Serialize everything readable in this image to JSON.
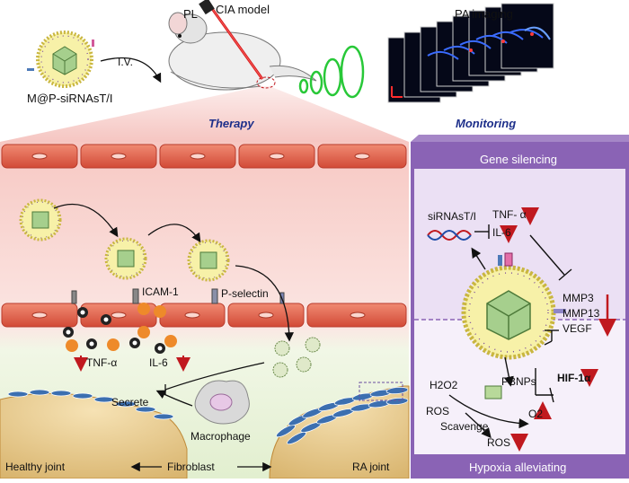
{
  "top": {
    "nanoparticle_label": "M@P-siRNAsT/I",
    "route_label": "I.V.",
    "pl_label": "PL",
    "model_label": "CIA model",
    "pa_imaging_label": "PA imaging",
    "therapy_label": "Therapy",
    "monitoring_label": "Monitoring"
  },
  "joint": {
    "icam_label": "ICAM-1",
    "pselectin_label": "P-selectin",
    "tnf_label": "TNF-α",
    "il6_label": "IL-6",
    "secrete_label": "Secrete",
    "macrophage_label": "Macrophage",
    "healthy_label": "Healthy joint",
    "fibroblast_label": "Fibroblast",
    "ra_label": "RA joint"
  },
  "panel": {
    "gene_silencing_title": "Gene silencing",
    "sirna_label": "siRNAsT/I",
    "tnf_label": "TNF- α",
    "il6_label": "IL-6",
    "mmp3_label": "MMP3",
    "mmp13_label": "MMP13",
    "vegf_label": "VEGF",
    "hif_label": "HIF-1α",
    "h2o2_label": "H2O2",
    "pbnps_label": "PBNPs",
    "ros_label": "ROS",
    "scavenge_label": "Scavenge",
    "o2_label": "O2",
    "ros2_label": "ROS",
    "hypoxia_title": "Hypoxia alleviating"
  },
  "colors": {
    "panel_purple": "#8a63b5",
    "panel_light": "#ebe0f4",
    "arrow_red": "#c0191f",
    "vessel_red": "#e5624f",
    "joint_pink": "#f7c7c1",
    "joint_green": "#eaf3dc",
    "therapy_blue": "#1d2f8a"
  }
}
